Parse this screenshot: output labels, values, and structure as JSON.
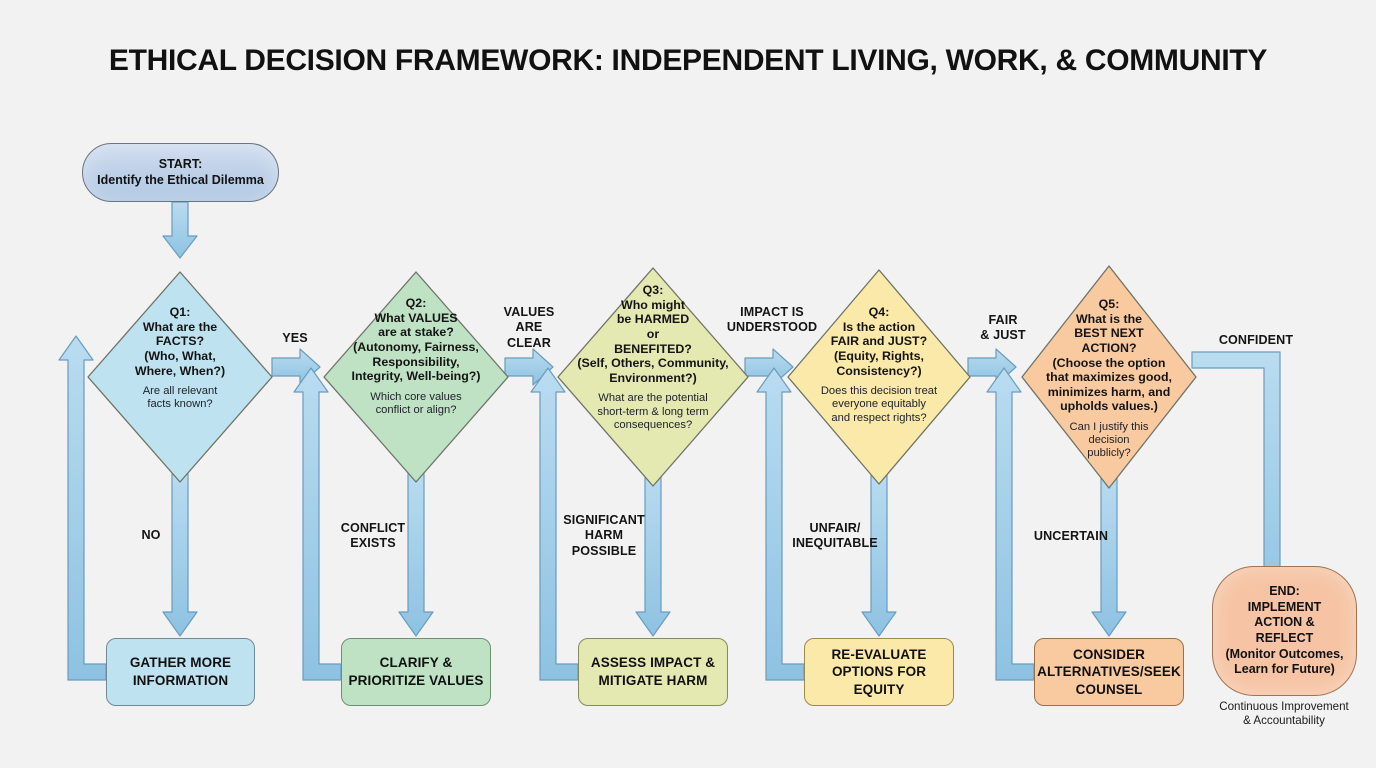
{
  "title": "ETHICAL DECISION FRAMEWORK: INDEPENDENT LIVING, WORK, & COMMUNITY",
  "colors": {
    "background": "#f2f2f2",
    "start_fill": "#b8cce4",
    "blue_fill": "#bfe0ef",
    "green_fill": "#bfe0c2",
    "olive_fill": "#e2e8b0",
    "yellow_fill": "#fae8a8",
    "orange_fill": "#f8c99a",
    "end_fill": "#f6c4a4",
    "arrow_fill": "#9ccbe6",
    "arrow_stroke": "#5b87a8",
    "node_stroke": "#6f7a66",
    "text": "#111111"
  },
  "nodes": {
    "start": {
      "label": "START:\nIdentify the Ethical Dilemma",
      "line1": "START:",
      "line2": "Identify the Ethical Dilemma"
    },
    "q1": {
      "main": "Q1:\nWhat are the\nFACTS?\n(Who, What,\nWhere, When?)",
      "main_lines": [
        "Q1:",
        "What are the",
        "FACTS?",
        "(Who, What,",
        "Where, When?)"
      ],
      "sub_lines": [
        "Are all relevant",
        "facts known?"
      ]
    },
    "q2": {
      "main_lines": [
        "Q2:",
        "What VALUES",
        "are at stake?",
        "(Autonomy, Fairness,",
        "Responsibility,",
        "Integrity, Well-being?)"
      ],
      "sub_lines": [
        "Which core values",
        "conflict or align?"
      ]
    },
    "q3": {
      "main_lines": [
        "Q3:",
        "Who might",
        "be HARMED",
        "or",
        "BENEFITED?",
        "(Self, Others, Community,",
        "Environment?)"
      ],
      "sub_lines": [
        "What are the potential",
        "short-term & long term",
        "consequences?"
      ]
    },
    "q4": {
      "main_lines": [
        "Q4:",
        "Is the action",
        "FAIR and JUST?",
        "(Equity, Rights,",
        "Consistency?)"
      ],
      "sub_lines": [
        "Does this decision treat",
        "everyone equitably",
        "and respect rights?"
      ]
    },
    "q5": {
      "main_lines": [
        "Q5:",
        "What is the",
        "BEST NEXT",
        "ACTION?",
        "(Choose the option",
        "that maximizes good,",
        "minimizes harm, and",
        "upholds values.)"
      ],
      "sub_lines": [
        "Can I justify this",
        "decision",
        "publicly?"
      ]
    },
    "gather": {
      "lines": [
        "GATHER MORE",
        "INFORMATION"
      ]
    },
    "clarify": {
      "lines": [
        "CLARIFY &",
        "PRIORITIZE VALUES"
      ]
    },
    "assess": {
      "lines": [
        "ASSESS IMPACT &",
        "MITIGATE HARM"
      ]
    },
    "reevaluate": {
      "lines": [
        "RE-EVALUATE",
        "OPTIONS FOR",
        "EQUITY"
      ]
    },
    "counsel": {
      "lines": [
        "CONSIDER",
        "ALTERNATIVES/SEEK",
        "COUNSEL"
      ]
    },
    "end": {
      "lines": [
        "END:",
        "IMPLEMENT",
        "ACTION &",
        "REFLECT",
        "(Monitor Outcomes,",
        "Learn for Future)"
      ]
    }
  },
  "edge_labels": {
    "yes": "YES",
    "no": "NO",
    "values_are_clear": [
      "VALUES",
      "ARE",
      "CLEAR"
    ],
    "conflict_exists": [
      "CONFLICT",
      "EXISTS"
    ],
    "impact_is_understood": [
      "IMPACT IS",
      "UNDERSTOOD"
    ],
    "significant_harm_possible": [
      "SIGNIFICANT",
      "HARM",
      "POSSIBLE"
    ],
    "fair_and_just": [
      "FAIR",
      "& JUST"
    ],
    "unfair_inequitable": [
      "UNFAIR/",
      "INEQUITABLE"
    ],
    "confident": "CONFIDENT",
    "uncertain": "UNCERTAIN"
  },
  "caption": {
    "lines": [
      "Continuous Improvement",
      "& Accountability"
    ]
  }
}
